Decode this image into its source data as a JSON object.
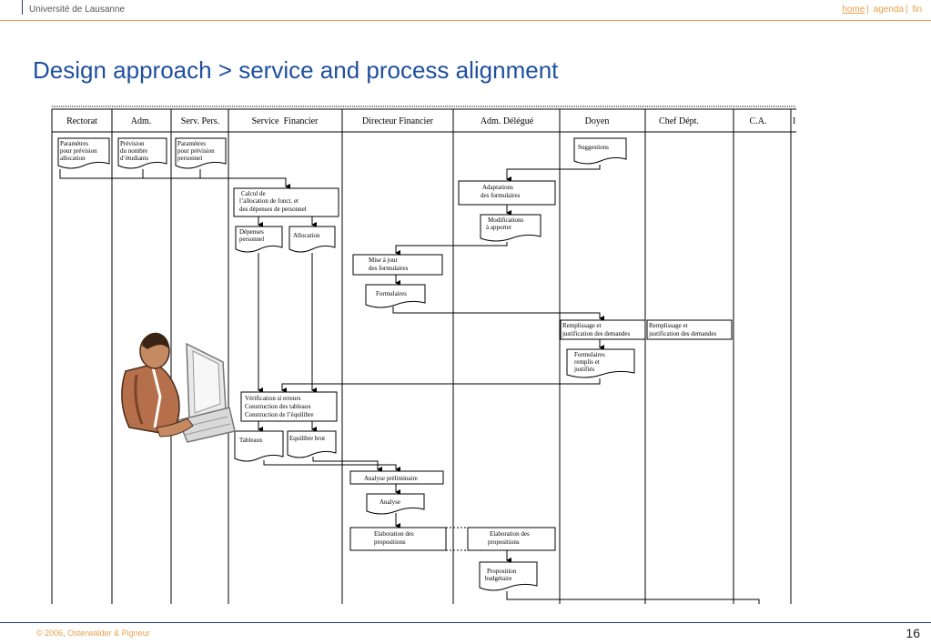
{
  "header": {
    "university": "Université de Lausanne",
    "nav": {
      "home": "home",
      "agenda": "agenda",
      "fin": "fin",
      "separator": "|"
    }
  },
  "slide": {
    "title": "Design approach > service and process alignment",
    "page_number": "16"
  },
  "footer": {
    "copyright": "© 2006, Osterwalder & Pigneur"
  },
  "diagram": {
    "columns": [
      "Rectorat",
      "Adm.",
      "Serv. Pers.",
      "Service  Financier",
      "Directeur Financier",
      "Adm. Délégué",
      "Doyen",
      "Chef Dépt.",
      "C.A.",
      "I"
    ],
    "docs": {
      "param_alloc": [
        "Paramètres",
        "pour prévision",
        "allocation"
      ],
      "prevision": [
        "Prévision",
        "du nombre",
        "d’étudiants"
      ],
      "param_perso": [
        "Paramètres",
        "pour prévision",
        "personnel"
      ],
      "depenses": [
        "Dépenses",
        "personnel"
      ],
      "allocation": [
        "Allocation"
      ],
      "suggestions": [
        "Suggestions"
      ],
      "modifications": [
        "Modifications",
        "à apporter"
      ],
      "formulaires": [
        "Formulaires"
      ],
      "form_remplis": [
        "Formulaires",
        "remplis et",
        "justifiés"
      ],
      "tableaux": [
        "Tableaux"
      ],
      "equilibre": [
        "Equilibre brut"
      ],
      "analyse": [
        "Analyse"
      ],
      "proposition": [
        "Proposition",
        "budgétaire"
      ]
    },
    "processes": {
      "calcul": [
        "Calcul de",
        "l’allocation de fonct. et",
        "des dépenses de personnel"
      ],
      "adaptations": [
        "Adaptations",
        "des formulaires"
      ],
      "mise_a_jour": [
        "Mise à jour",
        "des formulaires"
      ],
      "remplissage_doyen": [
        "Remplissage et",
        "justification des demandes"
      ],
      "remplissage_chef": [
        "Remplissage et",
        "justification des demandes"
      ],
      "verification": [
        "Vérification si erreurs",
        "Construction des tableaux",
        "Construction de l’équilibre"
      ],
      "analyse_prelim": [
        "Analyse préliminaire"
      ],
      "elaboration_dir": [
        "Elaboration des",
        "propositions"
      ],
      "elaboration_adm": [
        "Elaboration des",
        "propositions"
      ]
    }
  }
}
